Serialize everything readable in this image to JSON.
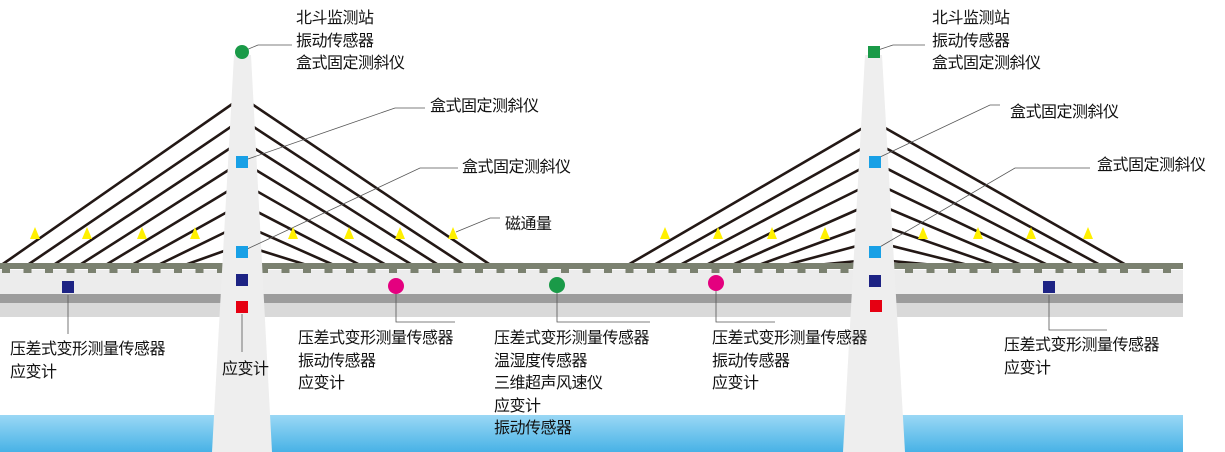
{
  "colors": {
    "cable": "#231815",
    "railing": "#7b8170",
    "deck": "#ececec",
    "deck_shadow": "#9c9c9c",
    "deck_under": "#d9d9d9",
    "tower": "#eeeeee",
    "water_top": "#9ad8f5",
    "water_bottom": "#48b2e6",
    "gnss": "#1a9a48",
    "inclinometer": "#18a0e6",
    "deformation": "#1d2384",
    "strain": "#e60012",
    "vibration": "#e4007f",
    "magnetic_flux": "#fff000"
  },
  "labels": {
    "left_tower_top": [
      "北斗监测站",
      "振动传感器",
      "盒式固定测斜仪"
    ],
    "left_inclinometer_1": [
      "盒式固定测斜仪"
    ],
    "left_inclinometer_2": [
      "盒式固定测斜仪"
    ],
    "magnetic_flux": [
      "磁通量"
    ],
    "left_deck": [
      "压差式变形测量传感器",
      "应变计"
    ],
    "left_tower_base": [
      "应变计"
    ],
    "left_midspan": [
      "压差式变形测量传感器",
      "振动传感器",
      "应变计"
    ],
    "center": [
      "压差式变形测量传感器",
      "温湿度传感器",
      "三维超声风速仪",
      "应变计",
      "振动传感器"
    ],
    "right_midspan": [
      "压差式变形测量传感器",
      "振动传感器",
      "应变计"
    ],
    "right_tower_top": [
      "北斗监测站",
      "振动传感器",
      "盒式固定测斜仪"
    ],
    "right_inclinometer_1": [
      "盒式固定测斜仪"
    ],
    "right_inclinometer_2": [
      "盒式固定测斜仪"
    ],
    "right_deck": [
      "压差式变形测量传感器",
      "应变计"
    ]
  }
}
